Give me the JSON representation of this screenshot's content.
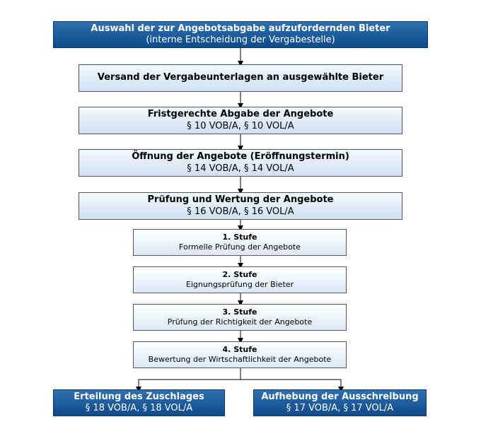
{
  "boxes": {
    "auswahl": {
      "title": "Auswahl der zur Angebotsabgabe aufzufordernden Bieter",
      "sub": "(interne Entscheidung der Vergabestelle)"
    },
    "versand": {
      "title": "Versand der Vergabeunterlagen an ausgewählte Bieter"
    },
    "fristgerecht": {
      "title": "Fristgerechte Abgabe der Angebote",
      "sub": "§ 10 VOB/A, § 10 VOL/A"
    },
    "oeffnung": {
      "title": "Öffnung der Angebote (Eröffnungstermin)",
      "sub": "§ 14 VOB/A, § 14 VOL/A"
    },
    "pruefung": {
      "title": "Prüfung und Wertung der Angebote",
      "sub": "§ 16 VOB/A, § 16 VOL/A"
    },
    "stufe1": {
      "title": "1. Stufe",
      "sub": "Formelle Prüfung der Angebote"
    },
    "stufe2": {
      "title": "2. Stufe",
      "sub": "Eignungsprüfung der Bieter"
    },
    "stufe3": {
      "title": "3. Stufe",
      "sub": "Prüfung der Richtigkeit der Angebote"
    },
    "stufe4": {
      "title": "4. Stufe",
      "sub": "Bewertung der Wirtschaftlichkeit der Angebote"
    },
    "zuschlag": {
      "title": "Erteilung des Zuschlages",
      "sub": "§ 18 VOB/A, § 18 VOL/A"
    },
    "aufhebung": {
      "title": "Aufhebung der Ausschreibung",
      "sub": "§ 17 VOB/A, § 17 VOL/A"
    }
  },
  "colors": {
    "dark_box": "#0d4a8c",
    "light_box": "#dbe8f5",
    "border": "#555555",
    "arrow": "#000000"
  }
}
